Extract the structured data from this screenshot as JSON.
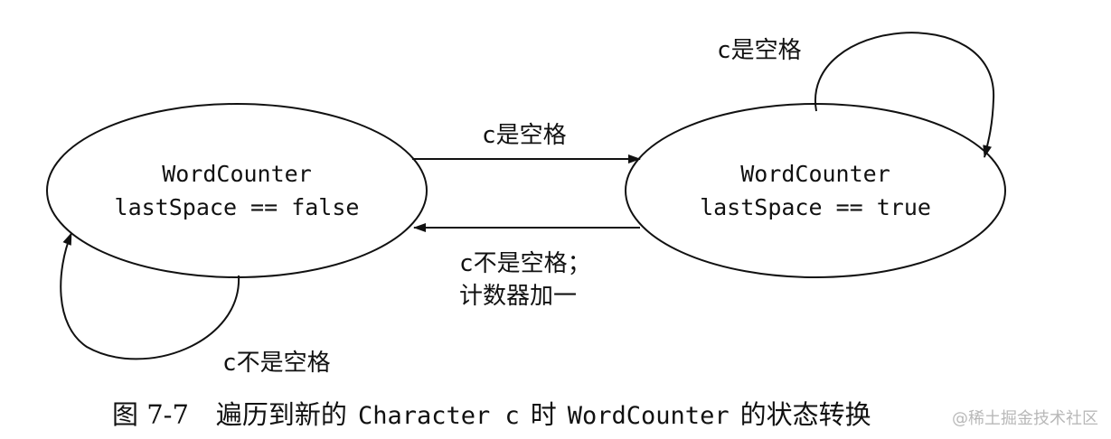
{
  "states": {
    "left": {
      "line1": "WordCounter",
      "line2": "lastSpace == false"
    },
    "right": {
      "line1": "WordCounter",
      "line2": "lastSpace == true"
    }
  },
  "transitions": {
    "top_self_loop": {
      "prefix": "c",
      "text": "是空格"
    },
    "left_to_right": {
      "prefix": "c",
      "text": "是空格"
    },
    "right_to_left": {
      "prefix": "c",
      "line1": "不是空格；",
      "line2": "计数器加一"
    },
    "bottom_self_loop": {
      "prefix": "c",
      "text": "不是空格"
    }
  },
  "caption": {
    "number": "图 7-7",
    "part1": "遍历到新的",
    "code1": "Character c",
    "part2": "时",
    "code2": "WordCounter",
    "part3": "的状态转换"
  },
  "watermark": "@稀土掘金技术社区"
}
